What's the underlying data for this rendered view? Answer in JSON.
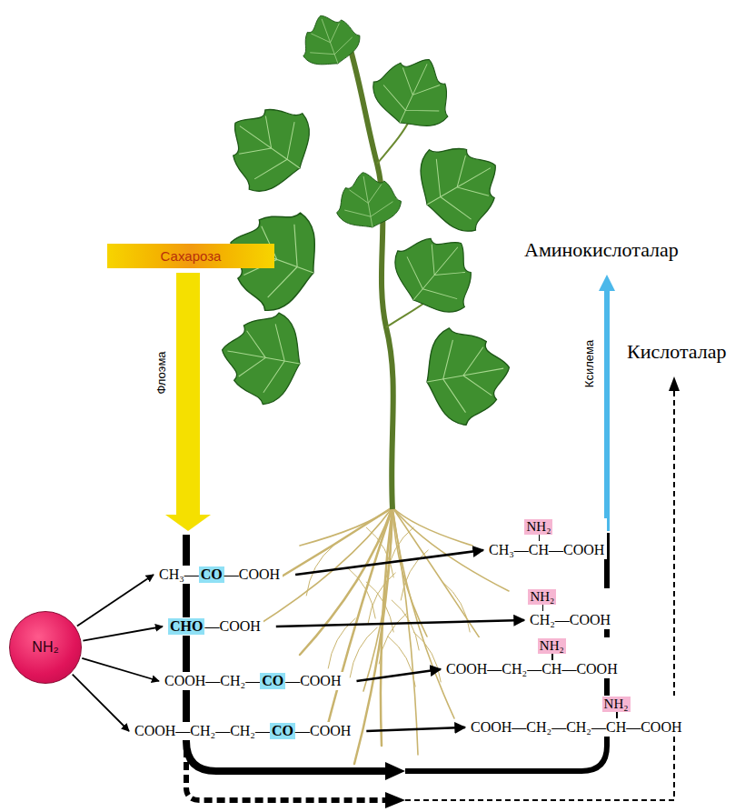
{
  "diagram": {
    "nodes": [
      {
        "text": [
          "Сахароза"
        ]
      },
      {
        "text": [
          "NH₂"
        ]
      },
      {
        "text": [
          "CH₃—",
          "CO",
          "—COOH"
        ]
      },
      {
        "text": [
          "CHO",
          "—COOH"
        ]
      },
      {
        "text": [
          "COOH—CH₂—",
          "CO",
          "—COOH"
        ]
      },
      {
        "text": [
          "COOH—CH₂—CH₂—",
          "CO",
          "—COOH"
        ]
      },
      {
        "text": [
          "NH₂",
          "CH₃—",
          "CH",
          "—COOH"
        ]
      },
      {
        "text": [
          "NH₂",
          "CH₂",
          "—COOH"
        ]
      },
      {
        "text": [
          "NH₂",
          "COOH—CH₂—",
          "CH",
          "—COOH"
        ]
      },
      {
        "text": [
          "NH₂",
          "COOH—CH₂—CH₂—",
          "CH",
          "—COOH"
        ]
      }
    ],
    "edges": [
      {
        "from": 1,
        "to": 2,
        "arrow": "to"
      },
      {
        "from": 1,
        "to": 3,
        "arrow": "to"
      },
      {
        "from": 1,
        "to": 4,
        "arrow": "to"
      },
      {
        "from": 1,
        "to": 5,
        "arrow": "to"
      },
      {
        "from": 2,
        "to": 6,
        "arrow": "to"
      },
      {
        "from": 3,
        "to": 7,
        "arrow": "to"
      },
      {
        "from": 4,
        "to": 8,
        "arrow": "to"
      },
      {
        "from": 5,
        "to": 9,
        "arrow": "to"
      }
    ],
    "labels": [
      "Флоэма",
      "Аминокислоталар",
      "Ксилема",
      "Кислоталар"
    ]
  }
}
